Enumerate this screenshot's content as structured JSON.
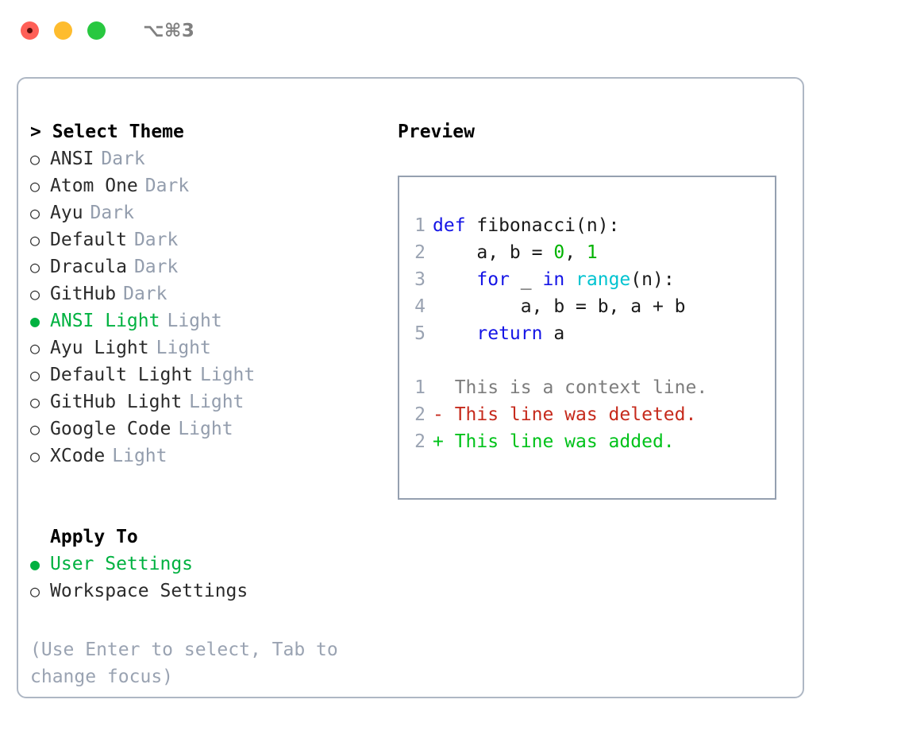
{
  "titlebar": {
    "shortcut": "⌥⌘3",
    "dots": [
      {
        "name": "close",
        "color": "#ff5f57"
      },
      {
        "name": "minimize",
        "color": "#febc2e"
      },
      {
        "name": "maximize",
        "color": "#28c840"
      }
    ]
  },
  "theme_picker": {
    "header": "> Select Theme",
    "items": [
      {
        "marker": "○",
        "label": "ANSI",
        "kind": "Dark",
        "selected": false
      },
      {
        "marker": "○",
        "label": "Atom One",
        "kind": "Dark",
        "selected": false
      },
      {
        "marker": "○",
        "label": "Ayu",
        "kind": "Dark",
        "selected": false
      },
      {
        "marker": "○",
        "label": "Default",
        "kind": "Dark",
        "selected": false
      },
      {
        "marker": "○",
        "label": "Dracula",
        "kind": "Dark",
        "selected": false
      },
      {
        "marker": "○",
        "label": "GitHub",
        "kind": "Dark",
        "selected": false
      },
      {
        "marker": "●",
        "label": "ANSI Light",
        "kind": "Light",
        "selected": true
      },
      {
        "marker": "○",
        "label": "Ayu Light",
        "kind": "Light",
        "selected": false
      },
      {
        "marker": "○",
        "label": "Default Light",
        "kind": "Light",
        "selected": false
      },
      {
        "marker": "○",
        "label": "GitHub Light",
        "kind": "Light",
        "selected": false
      },
      {
        "marker": "○",
        "label": "Google Code",
        "kind": "Light",
        "selected": false
      },
      {
        "marker": "○",
        "label": "XCode",
        "kind": "Light",
        "selected": false
      }
    ]
  },
  "apply_to": {
    "header": "Apply To",
    "items": [
      {
        "marker": "●",
        "label": "User Settings",
        "selected": true
      },
      {
        "marker": "○",
        "label": "Workspace Settings",
        "selected": false
      }
    ]
  },
  "hint": "(Use Enter to select, Tab to change focus)",
  "preview": {
    "title": "Preview",
    "code_lines": [
      {
        "num": "1",
        "tokens": [
          {
            "t": "def",
            "c": "kw"
          },
          {
            "t": " fibonacci(n):",
            "c": "plain"
          }
        ]
      },
      {
        "num": "2",
        "tokens": [
          {
            "t": "    a, b = ",
            "c": "plain"
          },
          {
            "t": "0",
            "c": "num"
          },
          {
            "t": ", ",
            "c": "plain"
          },
          {
            "t": "1",
            "c": "num"
          }
        ]
      },
      {
        "num": "3",
        "tokens": [
          {
            "t": "    ",
            "c": "plain"
          },
          {
            "t": "for",
            "c": "kw"
          },
          {
            "t": " _ ",
            "c": "plain"
          },
          {
            "t": "in",
            "c": "kw"
          },
          {
            "t": " ",
            "c": "plain"
          },
          {
            "t": "range",
            "c": "fn"
          },
          {
            "t": "(n):",
            "c": "plain"
          }
        ]
      },
      {
        "num": "4",
        "tokens": [
          {
            "t": "        a, b = b, a + b",
            "c": "plain"
          }
        ]
      },
      {
        "num": "5",
        "tokens": [
          {
            "t": "    ",
            "c": "plain"
          },
          {
            "t": "return",
            "c": "kw"
          },
          {
            "t": " a",
            "c": "plain"
          }
        ]
      }
    ],
    "diff_lines": [
      {
        "num": "1",
        "text": "  This is a context line.",
        "kind": "ctx"
      },
      {
        "num": "2",
        "text": "- This line was deleted.",
        "kind": "del"
      },
      {
        "num": "2",
        "text": "+ This line was added.",
        "kind": "add"
      }
    ]
  },
  "colors": {
    "accent_green": "#00b140",
    "muted": "#939dad",
    "keyword_blue": "#1414e6",
    "function_cyan": "#00c3d0",
    "number_green": "#00b300",
    "diff_red": "#c62a1c",
    "diff_green": "#00c21a",
    "border": "#aeb7c4"
  }
}
